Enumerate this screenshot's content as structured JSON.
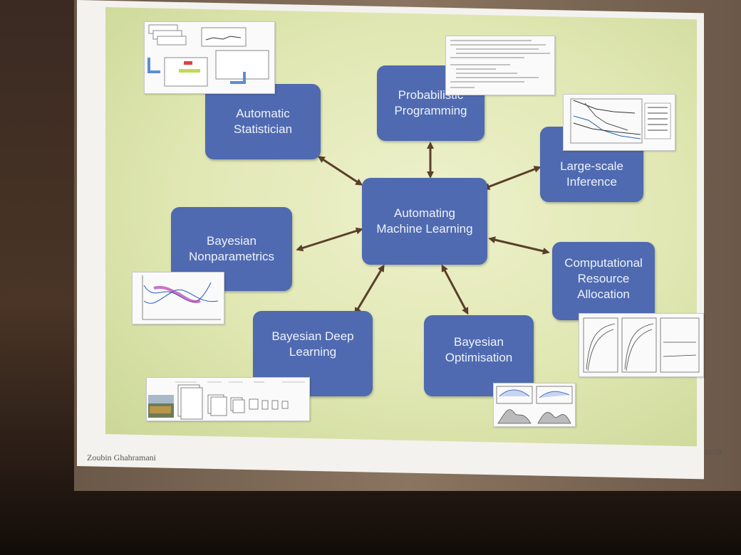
{
  "center": {
    "label": "Automating\nMachine Learning"
  },
  "nodes": [
    {
      "id": "automatic-statistician",
      "label": "Automatic\nStatistician"
    },
    {
      "id": "probabilistic-programming",
      "label": "Probabilistic\nProgramming"
    },
    {
      "id": "large-scale-inference",
      "label": "Large-scale\nInference"
    },
    {
      "id": "bayesian-nonparametrics",
      "label": "Bayesian\nNonparametrics"
    },
    {
      "id": "computational-resource-allocation",
      "label": "Computational\nResource\nAllocation"
    },
    {
      "id": "bayesian-deep-learning",
      "label": "Bayesian Deep\nLearning"
    },
    {
      "id": "bayesian-optimisation",
      "label": "Bayesian\nOptimisation"
    }
  ],
  "footer": {
    "author": "Zoubin Ghahramani",
    "page": "18/29"
  },
  "colors": {
    "node": "#4f6ab0",
    "arrow": "#5a3f2a",
    "background": "#dfe6b0"
  }
}
